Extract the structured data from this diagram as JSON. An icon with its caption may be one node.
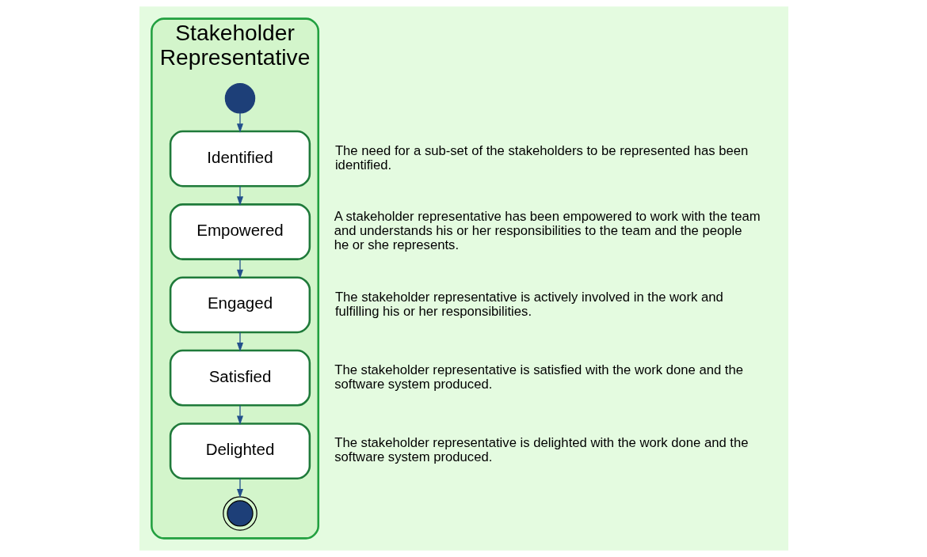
{
  "diagram": {
    "nodes": [
      {
        "text": [
          "Stakeholder Representative"
        ]
      },
      {
        "text": [],
        "shape": "circle",
        "in": 0
      },
      {
        "text": [
          "Identified"
        ],
        "in": 0,
        "beside": [
          "The need for a sub-set of the stakeholders to be represented has been identified."
        ]
      },
      {
        "text": [
          "Empowered"
        ],
        "in": 0,
        "beside": [
          "A stakeholder representative has been empowered to work with the team and understands his or her responsibilities to the team and the people he or she represents."
        ]
      },
      {
        "text": [
          "Engaged"
        ],
        "in": 0,
        "beside": [
          "The stakeholder representative is actively involved in the work and fulfilling his or her responsibilities."
        ]
      },
      {
        "text": [
          "Satisfied"
        ],
        "in": 0,
        "beside": [
          "The stakeholder representative is satisfied with the work done and the software system produced."
        ]
      },
      {
        "text": [
          "Delighted"
        ],
        "in": 0,
        "beside": [
          "The stakeholder representative is delighted with the work done and the software system produced."
        ]
      },
      {
        "text": [],
        "shape": "circle",
        "in": 0
      }
    ],
    "edges": [
      {
        "from": 1,
        "to": 2,
        "arrow": "to"
      },
      {
        "from": 2,
        "to": 3,
        "arrow": "to"
      },
      {
        "from": 3,
        "to": 4,
        "arrow": "to"
      },
      {
        "from": 4,
        "to": 5,
        "arrow": "to"
      },
      {
        "from": 5,
        "to": 6,
        "arrow": "to"
      },
      {
        "from": 6,
        "to": 7,
        "arrow": "to"
      }
    ]
  }
}
